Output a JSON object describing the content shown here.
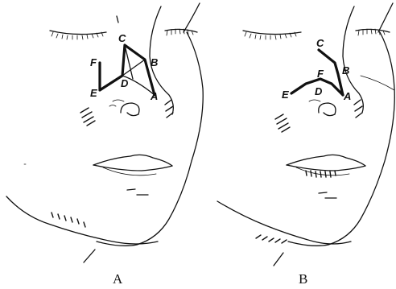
{
  "panels": [
    {
      "caption": "A",
      "points": [
        "C",
        "B",
        "F",
        "D",
        "E",
        "A"
      ]
    },
    {
      "caption": "B",
      "points": [
        "C",
        "B",
        "F",
        "D",
        "E",
        "A"
      ]
    }
  ]
}
